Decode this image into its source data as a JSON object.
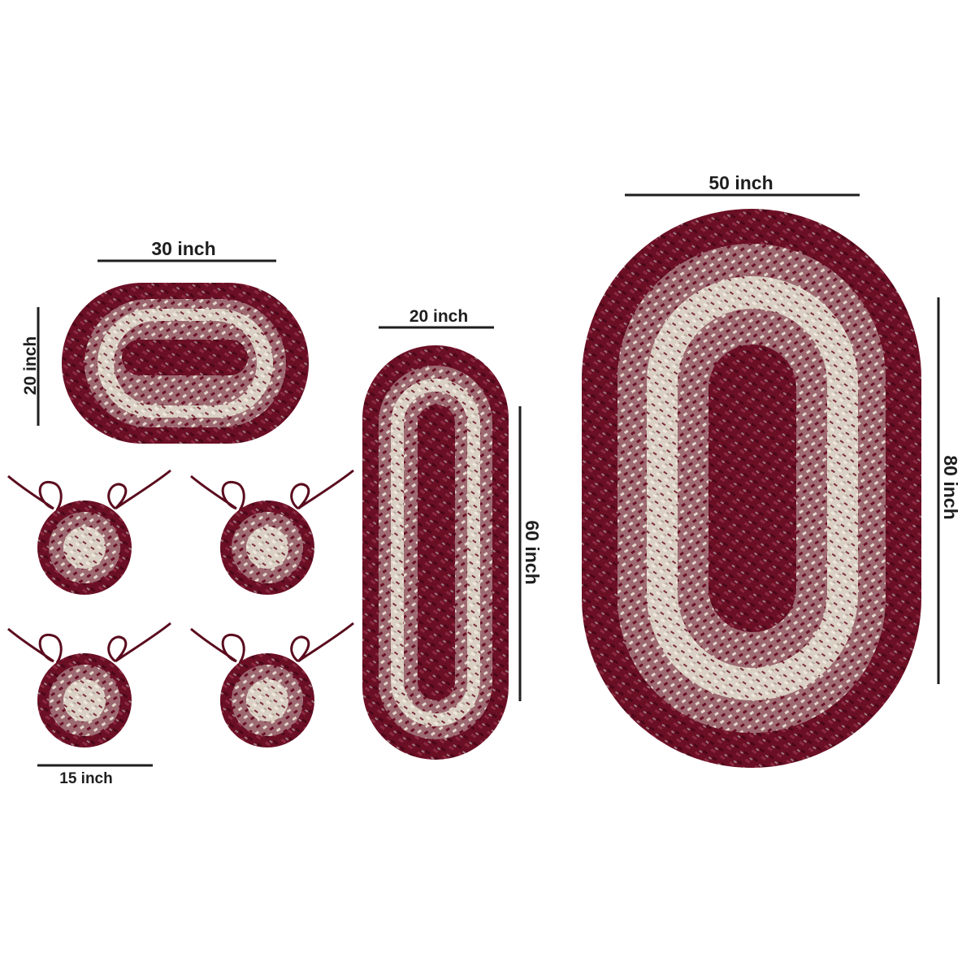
{
  "colors": {
    "background": "#ffffff",
    "burgundy": "#6b0f25",
    "burgundy_dark": "#4a0818",
    "burgundy_light": "#8a2a40",
    "cream": "#d9cfc2",
    "cream_light": "#efe8de",
    "line": "#1e1e1e"
  },
  "items": {
    "small_rug": {
      "width_label": "30 inch",
      "height_label": "20 inch"
    },
    "runner_rug": {
      "width_label": "20 inch",
      "height_label": "60 inch"
    },
    "large_rug": {
      "width_label": "50 inch",
      "height_label": "80 inch"
    },
    "chair_pads": {
      "count": 4,
      "width_label": "15 inch"
    }
  }
}
